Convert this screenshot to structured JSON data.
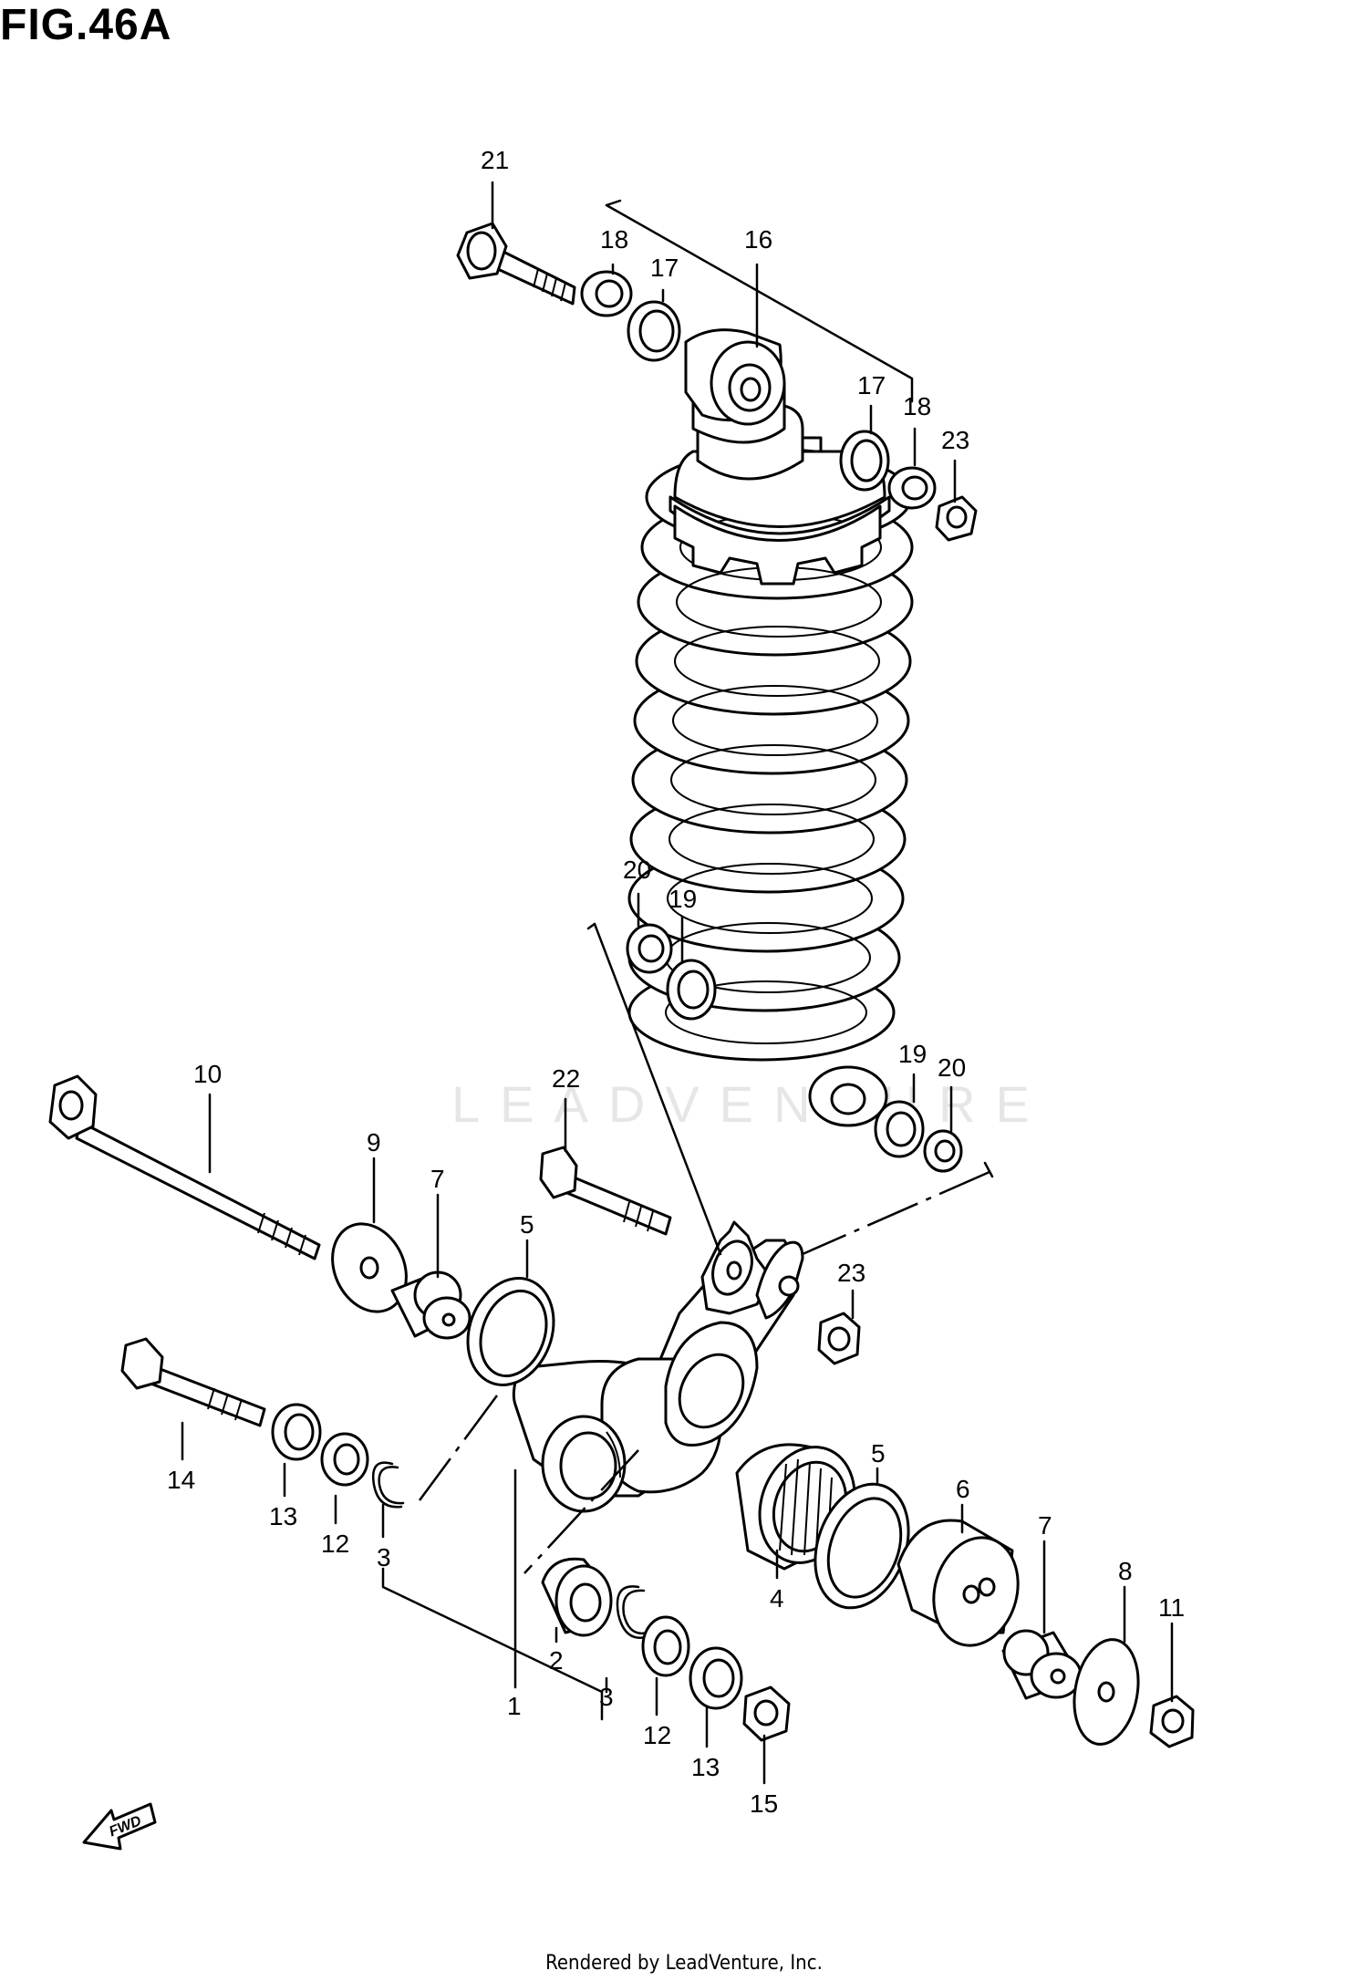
{
  "figure": {
    "title": "FIG.46A"
  },
  "watermark": {
    "text": "LEADVENTURE"
  },
  "direction_marker": {
    "label": "FWD"
  },
  "footer": {
    "text": "Rendered by LeadVenture, Inc."
  },
  "callouts": {
    "c1": "1",
    "c2": "2",
    "c3a": "3",
    "c3b": "3",
    "c4": "4",
    "c5a": "5",
    "c5b": "5",
    "c6": "6",
    "c7a": "7",
    "c7b": "7",
    "c8": "8",
    "c9": "9",
    "c10": "10",
    "c11": "11",
    "c12a": "12",
    "c12b": "12",
    "c13a": "13",
    "c13b": "13",
    "c14": "14",
    "c15": "15",
    "c16": "16",
    "c17a": "17",
    "c17b": "17",
    "c18a": "18",
    "c18b": "18",
    "c19a": "19",
    "c19b": "19",
    "c20a": "20",
    "c20b": "20",
    "c21": "21",
    "c22": "22",
    "c23a": "23",
    "c23b": "23"
  }
}
